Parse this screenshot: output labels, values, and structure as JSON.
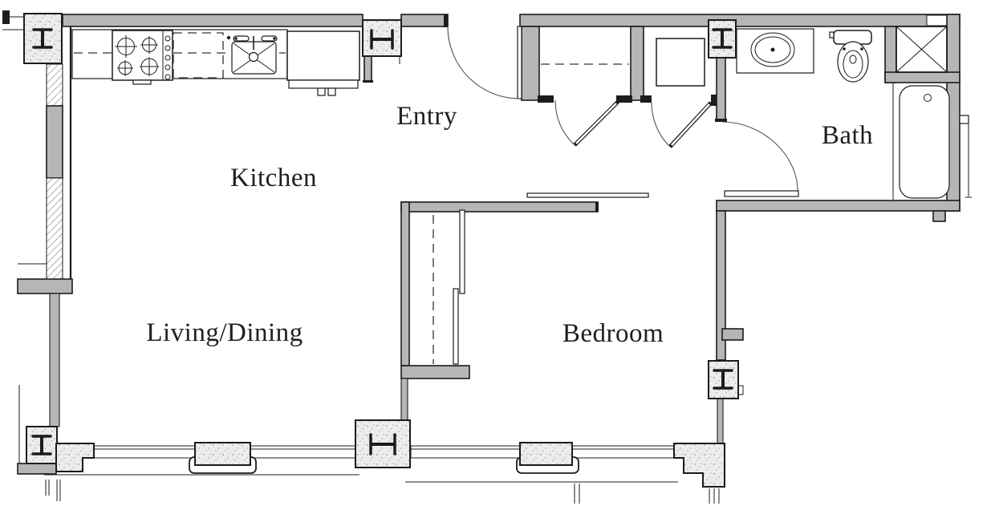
{
  "rooms": {
    "kitchen": "Kitchen",
    "entry": "Entry",
    "bath": "Bath",
    "living_dining": "Living/Dining",
    "bedroom": "Bedroom"
  },
  "colors": {
    "background": "#ffffff",
    "wall_fill": "#b6b6b6",
    "line": "#1c1c1c",
    "column_fill": "#ececec",
    "arc": "#555555",
    "label": "#1f1f1f"
  },
  "fixtures": [
    "gas-range",
    "kitchen-sink",
    "dishwasher",
    "refrigerator",
    "entry-closet",
    "utility-closet",
    "utility-appliance",
    "bedroom-sliding-closet",
    "vanity-sink",
    "toilet",
    "shower",
    "bathtub",
    "steel-column",
    "window-wall",
    "swing-door",
    "sliding-door"
  ]
}
